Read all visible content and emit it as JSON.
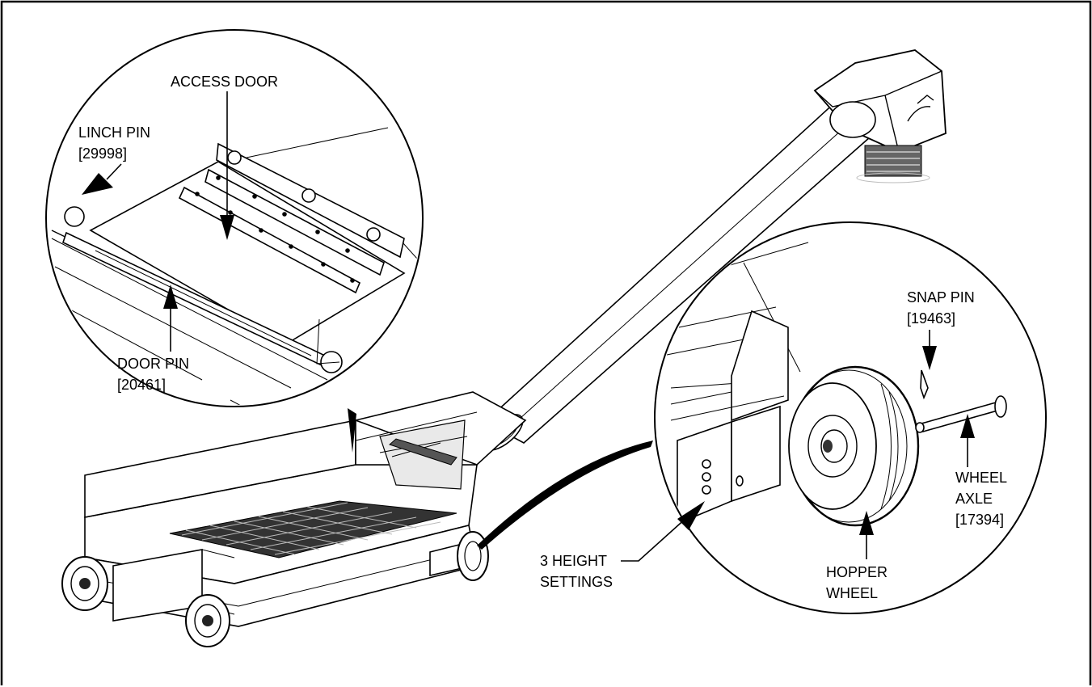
{
  "colors": {
    "ink": "#000000",
    "paper": "#ffffff",
    "shade": "#e9e9e9"
  },
  "labels": {
    "access_door": "ACCESS DOOR",
    "linch_pin": {
      "name": "LINCH PIN",
      "part": "[29998]"
    },
    "door_pin": {
      "name": "DOOR PIN",
      "part": "[20461]"
    },
    "snap_pin": {
      "name": "SNAP PIN",
      "part": "[19463]"
    },
    "wheel_axle": {
      "line1": "WHEEL",
      "line2": "AXLE",
      "part": "[17394]"
    },
    "height_settings": {
      "line1": "3 HEIGHT",
      "line2": "SETTINGS"
    },
    "hopper_wheel": {
      "line1": "HOPPER",
      "line2": "WHEEL"
    }
  }
}
